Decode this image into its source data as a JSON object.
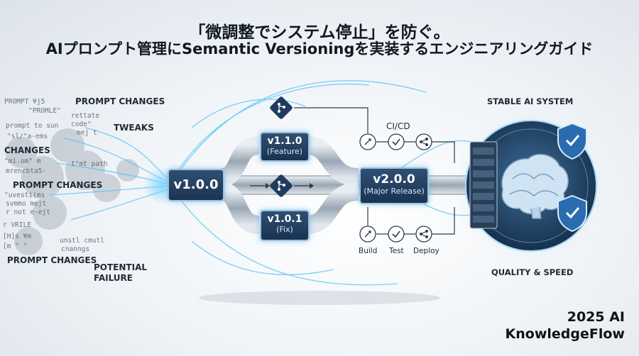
{
  "title": {
    "line1": "「微調整でシステム停止」を防ぐ。",
    "line2": "AIプロンプト管理にSemantic Versioningを実装するエンジニアリングガイド"
  },
  "left": {
    "labels": [
      "PROMPT CHANGES",
      "TWEAKS",
      "CHANGES",
      "PROMPT CHANGES",
      "PROMPT CHANGES",
      "POTENTIAL",
      "FAILURE"
    ],
    "code_fragments": [
      "PROMPT  ¥j5",
      "\"PROMLE\"",
      "rettate",
      "code\"",
      "prompt to sun",
      "\"sl/\"a-ems",
      "mej t",
      "\"mi.om\" m",
      "mrencbta5-",
      "\"uvesti(ms",
      "svmmo mejt",
      "r not e-ejt",
      "r VRILE",
      "[H]s  ¥m",
      "[m \" \"",
      "unstl cmutl",
      "cnanngs",
      "t\"mt  path"
    ]
  },
  "versions": {
    "base": "v1.0.0",
    "feature": {
      "ver": "v1.1.0",
      "sub": "(Feature)"
    },
    "fix": {
      "ver": "v1.0.1",
      "sub": "(Fix)"
    },
    "major": {
      "ver": "v2.0.0",
      "sub": "(Major Release)"
    }
  },
  "cicd": {
    "label": "CI/CD",
    "steps": [
      "Build",
      "Test",
      "Deploy"
    ]
  },
  "right": {
    "top_label": "STABLE AI SYSTEM",
    "bottom_label": "QUALITY & SPEED"
  },
  "brand": {
    "line1": "2025 AI",
    "line2": "KnowledgeFlow"
  },
  "colors": {
    "accent": "#47b6f0",
    "box": "#1f3c5e",
    "shield": "#2b6cb0"
  },
  "icons": [
    "git-branch-icon",
    "check-icon",
    "share-icon",
    "brain-icon",
    "shield-check-icon",
    "server-icon"
  ]
}
